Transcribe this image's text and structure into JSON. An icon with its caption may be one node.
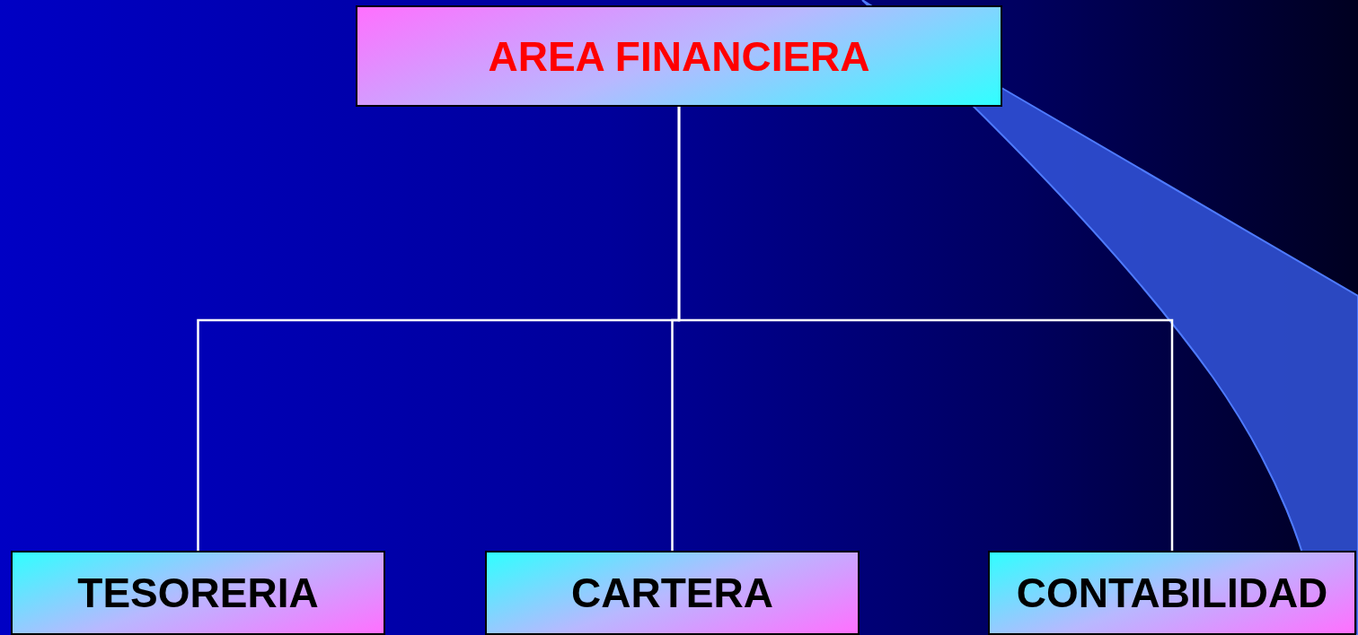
{
  "diagram": {
    "nodes": [
      {
        "text": [
          "AREA FINANCIERA"
        ]
      },
      {
        "text": [
          "TESORERIA"
        ]
      },
      {
        "text": [
          "CARTERA"
        ]
      },
      {
        "text": [
          "CONTABILIDAD"
        ]
      }
    ],
    "edges": [
      {
        "from": 0,
        "to": 1,
        "arrow": "none"
      },
      {
        "from": 0,
        "to": 2,
        "arrow": "none"
      },
      {
        "from": 0,
        "to": 3,
        "arrow": "none"
      }
    ]
  }
}
